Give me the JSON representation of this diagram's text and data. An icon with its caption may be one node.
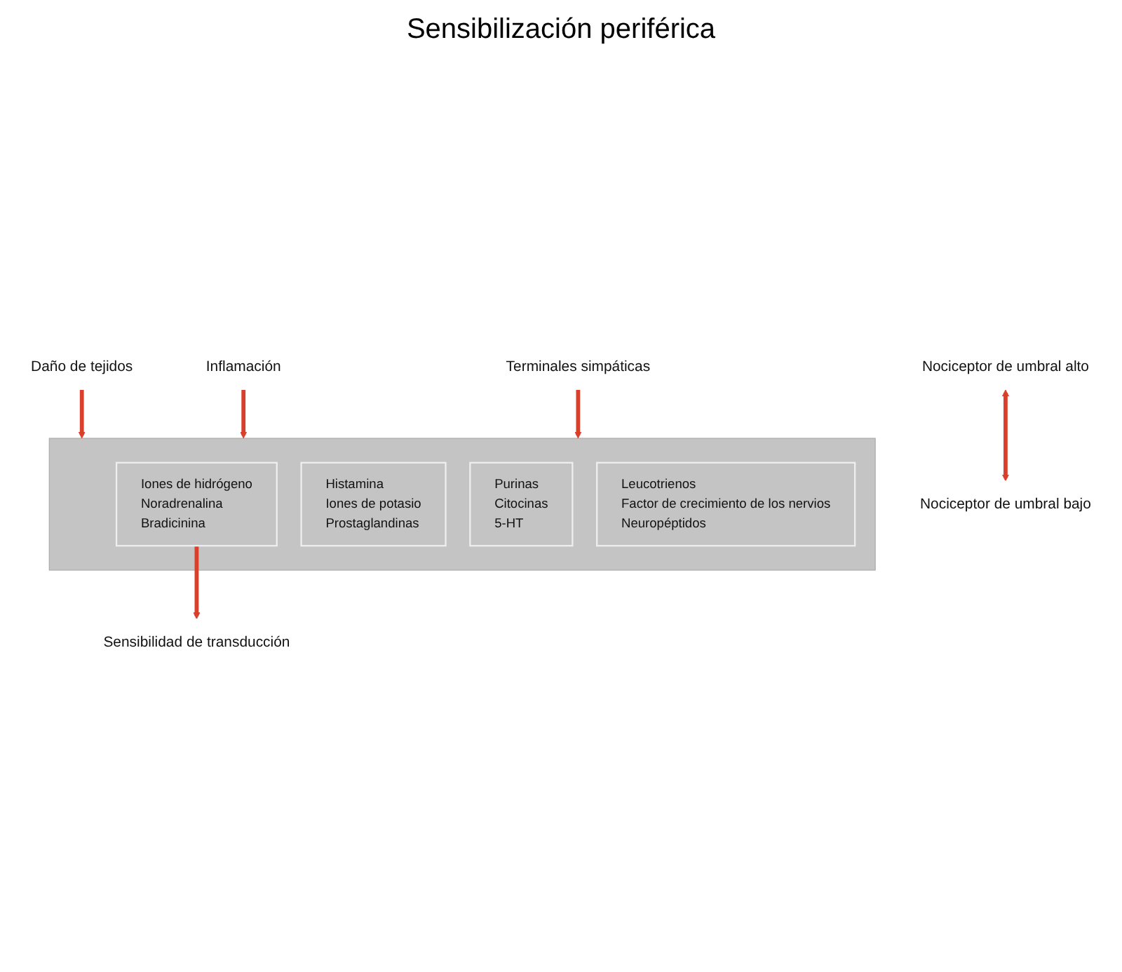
{
  "diagram": {
    "title": "Sensibilización periférica",
    "nodes": [
      {
        "text": [
          "Daño de tejidos"
        ]
      },
      {
        "text": [
          "Inflamación"
        ]
      },
      {
        "text": [
          "Terminales simpáticas"
        ]
      },
      {
        "text": [],
        "shape": "bar"
      },
      {
        "text": [
          "Iones de hidrógeno",
          "Noradrenalina",
          "Bradicinina"
        ],
        "in": 3
      },
      {
        "text": [
          "Histamina",
          "Iones de potasio",
          "Prostaglandinas"
        ],
        "in": 3
      },
      {
        "text": [
          "Purinas",
          "Citocinas",
          "5-HT"
        ],
        "in": 3
      },
      {
        "text": [
          "Leucotrienos",
          "Factor de crecimiento de los nervios",
          "Neuropéptidos"
        ],
        "in": 3
      },
      {
        "text": [
          "Sensibilidad de transducción"
        ]
      },
      {
        "text": [
          "Nociceptor de umbral alto"
        ]
      },
      {
        "text": [
          "Nociceptor de umbral bajo"
        ]
      }
    ],
    "edges": [
      {
        "from": 0,
        "to": 3,
        "arrow": "to"
      },
      {
        "from": 1,
        "to": 3,
        "arrow": "to"
      },
      {
        "from": 2,
        "to": 3,
        "arrow": "to"
      },
      {
        "from": 4,
        "to": 8,
        "arrow": "to"
      },
      {
        "from": 9,
        "to": 10,
        "arrow": "both"
      }
    ]
  }
}
